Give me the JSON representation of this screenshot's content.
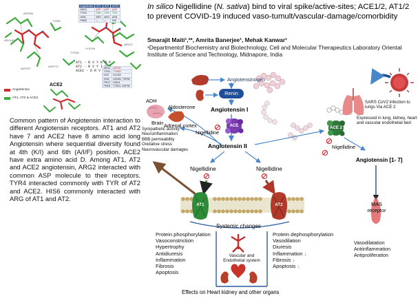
{
  "header": {
    "title_italic_1": "In silico",
    "title_part_1": " Nigellidine (",
    "title_italic_2": "N. sativa",
    "title_part_2": ") bind to viral spike/active-sites; ACE1/2, AT1/2 to prevent COVID-19 induced vaso-tumult/vascular-damage/comorbidity",
    "authors": "Smarajit Maiti¹,²*, Amrita Banerjee¹, Mehak Kanwar¹",
    "affiliation": "¹Departmentof Biochemistry and Biotechnology, Cell and Molecular Therapeutics Laboratory Oriental Institute of Science and Technology, Midnapore, India"
  },
  "description": "Common pattern of Angiotensin interaction to different Angiotensin receptors. AT1 and AT2 have 7 and ACE2 have 8 amino acid long Angiotensin where sequential diversity found at 4th (K/I) and 6th (A/I/F) position. ACE2 have extra amino acid D. Among AT1, AT2 and ACE2 angiotensin, ARG2 interacted with common ASP molecule to their receptors. TYR4 interacted commonly with TYR of AT2 and ACE2. HIS6 commonly interacted with ARG of AT1 and AT2.",
  "molecule": {
    "seq_rows": [
      "AT1 - R   V   Y   K   R   P",
      "AT2 - R   V   Y   I   R   P",
      "ACE2 - D   R   V   Y   I   H   P   F"
    ],
    "ace2_label": "ACE2",
    "legend_red": "Angiotensin",
    "legend_green": "AT1, AT2 & ACE2",
    "table_headers": [
      "Angiotensin",
      "AT1",
      "AT2",
      "ACE2"
    ],
    "table_rows": [
      [
        "ARG2",
        "ASP",
        "ASP",
        "ASP"
      ],
      [
        "TYR4",
        "THR",
        "TYR",
        "TYR"
      ],
      [
        "HIS6",
        "ARG",
        "ARG",
        "ASN"
      ],
      [
        "PHE8",
        "—",
        "—",
        "HIS"
      ]
    ],
    "table2_rows": [
      [
        "ARG2",
        "ASP30"
      ],
      [
        "TYR4",
        "TYR83"
      ],
      [
        "ILE5",
        "GLN24"
      ],
      [
        "HIS6",
        "ASN90, THR92"
      ],
      [
        "PRO7",
        "HIS34"
      ],
      [
        "PHE8",
        "TYR41, ASP38"
      ]
    ],
    "residue_labels": [
      "ASP281",
      "TYR87",
      "ARG182",
      "ASP297",
      "TYR35",
      "ASP279",
      "LYS199",
      "ARG27",
      "ASP30",
      "TYR41",
      "GLN24",
      "HIS34"
    ]
  },
  "diagram": {
    "angiotensinogen": "Angiotensinogen",
    "renin": "Renin",
    "angiotensin_1": "Angiotensin I",
    "ace": "ACE",
    "nigellidine": "Nigellidine",
    "angiotensin_2": "Angiotensin II",
    "aldosterone": "Aldosterone",
    "adrenal_cortex": "Adrenal cortex",
    "adh": "ADH",
    "brain": "Brain",
    "brain_effects": [
      "Sympathetic activity",
      "Neuroinflammation",
      "BBB permeability",
      "Oxidative stress",
      "Neurovascular damages"
    ],
    "sars_infection": "SARS CoV2 infection to lungs Via ACE 2",
    "expressed": "Expressed in lung, kidney, heart and vascular endothelial bed",
    "ace2": "ACE 2",
    "angiotensin_17": "Angiotensin [1- 7]",
    "mas_receptor": "MAS receptor",
    "mas_effects": [
      "Vasodilatation",
      "Antiinflammation",
      "Antiproliferation"
    ],
    "at1": "AT1",
    "at2": "AT2",
    "systemic_changes": "Systemic changes",
    "at1_effects": [
      "Protein phosphorylation",
      "Vasoconstriction",
      "Hypertrophy",
      "Antidiuresis",
      "Inflammation",
      "Fibrosis",
      "Apoptosis"
    ],
    "at2_effects": [
      "Protein dephosphorylation",
      "Vasodilation",
      "Diuresis",
      "Inflammation",
      "Fibrosis",
      "Apoptosis"
    ],
    "vascular_system": "Vascular and Endothelial system",
    "effects_footer": "Effects on Heart kidney and other organs",
    "down_arrow": "↓"
  },
  "colors": {
    "renin": "#1f4e9a",
    "ace": "#7a3cb0",
    "ace2": "#2f7a3a",
    "arrow_blue": "#4a86c8",
    "inhibit_red": "#d2232a",
    "at1": "#2e8b3a",
    "at2": "#b23a2a"
  }
}
